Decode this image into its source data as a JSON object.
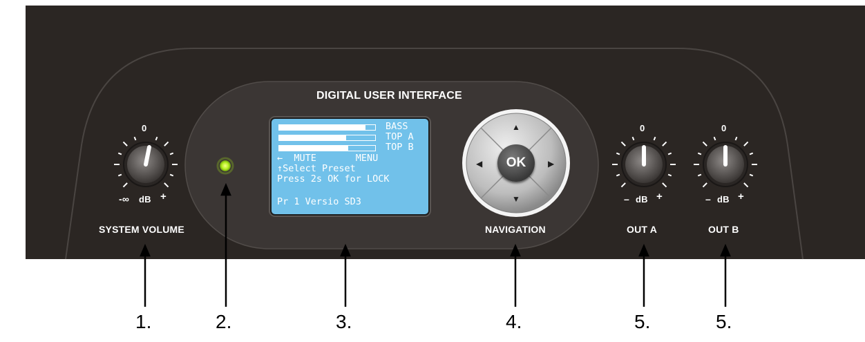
{
  "panel": {
    "title": "DIGITAL USER INTERFACE",
    "background_color": "#2b2623",
    "led_color": "#b4f020"
  },
  "system_volume": {
    "label": "SYSTEM VOLUME",
    "scale_top": "0",
    "scale_left": "-∞",
    "scale_unit": "dB",
    "scale_right": "+"
  },
  "display": {
    "bars": [
      {
        "label": "BASS",
        "level": 0.9
      },
      {
        "label": "TOP A",
        "level": 0.7
      },
      {
        "label": "TOP B",
        "level": 0.72
      }
    ],
    "line_mute": "←  MUTE       MENU",
    "line_select": "↑Select Preset",
    "line_lock": "Press 2s OK for LOCK",
    "line_version": "Pr 1 Versio SD3"
  },
  "navigation": {
    "label": "NAVIGATION",
    "ok_label": "OK",
    "up": "▲",
    "down": "▼",
    "left": "◀",
    "right": "▶"
  },
  "out_a": {
    "label": "OUT A",
    "scale_top": "0",
    "scale_left": "–",
    "scale_unit": "dB",
    "scale_right": "+"
  },
  "out_b": {
    "label": "OUT B",
    "scale_top": "0",
    "scale_left": "–",
    "scale_unit": "dB",
    "scale_right": "+"
  },
  "callouts": [
    "1.",
    "2.",
    "3.",
    "4.",
    "5.",
    "5."
  ]
}
